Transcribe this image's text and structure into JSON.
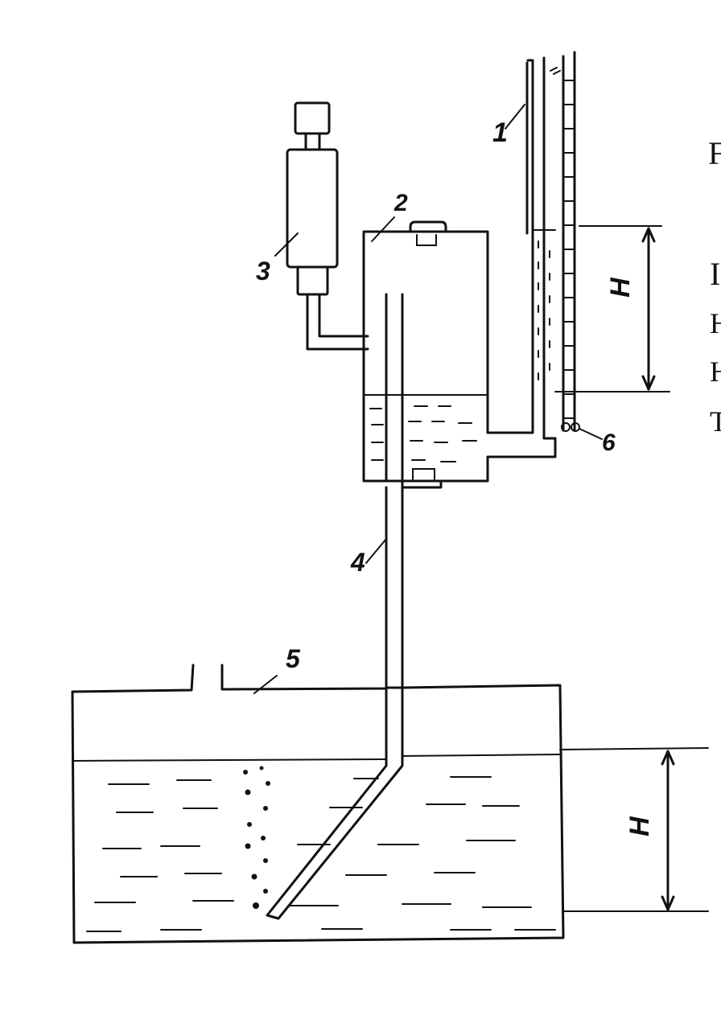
{
  "labels": {
    "pipe_1": "1",
    "vessel_2": "2",
    "aspirator_3": "3",
    "tube_4": "4",
    "tank_5": "5",
    "valve_6": "6",
    "height_upper": "H",
    "height_lower": "H"
  },
  "edge_text": [
    "F",
    "I",
    "H",
    "H",
    "T"
  ]
}
